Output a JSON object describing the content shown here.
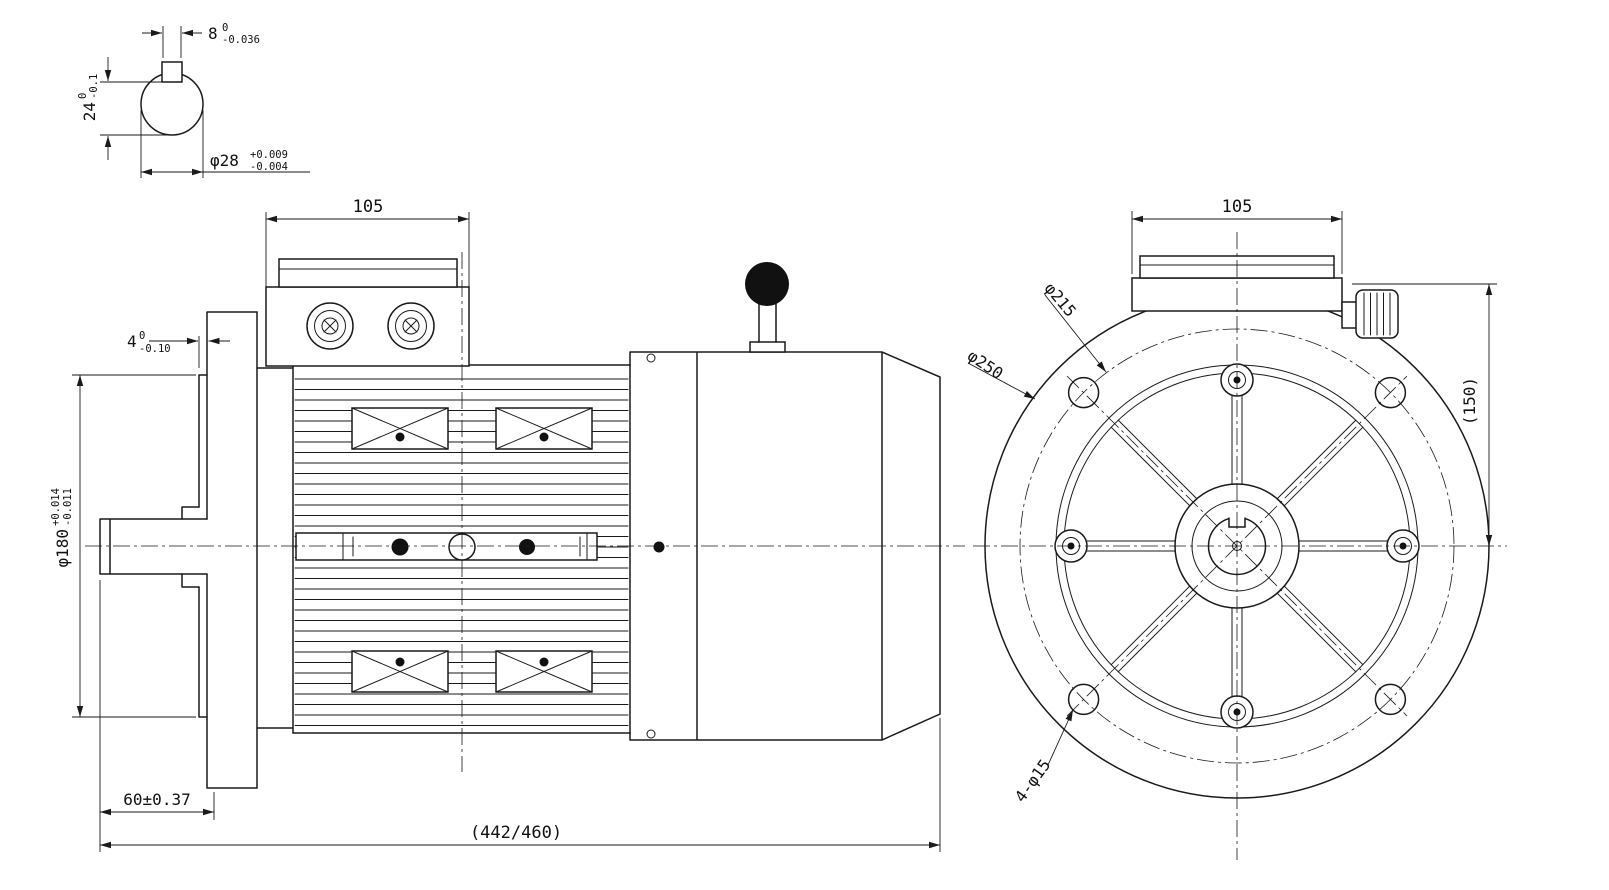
{
  "shaft_section": {
    "key_width_value": "8",
    "key_width_tol_up": "0",
    "key_width_tol_low": "-0.036",
    "key_height_value": "24",
    "key_height_tol_up": "0",
    "key_height_tol_low": "-0.1",
    "diameter_value": "φ28",
    "diameter_tol_up": "+0.009",
    "diameter_tol_low": "-0.004"
  },
  "side_view": {
    "terminal_box_width": "105",
    "register_depth_value": "4",
    "register_depth_tol_up": "0",
    "register_depth_tol_low": "-0.10",
    "register_dia_value": "φ180",
    "register_dia_tol_up": "+0.014",
    "register_dia_tol_low": "-0.011",
    "shaft_extension": "60±0.37",
    "overall_length": "(442/460)"
  },
  "front_view": {
    "terminal_box_width": "105",
    "bolt_circle_dia": "φ215",
    "flange_dia": "φ250",
    "height_ref": "(150)",
    "bolt_holes": "4-φ15"
  }
}
